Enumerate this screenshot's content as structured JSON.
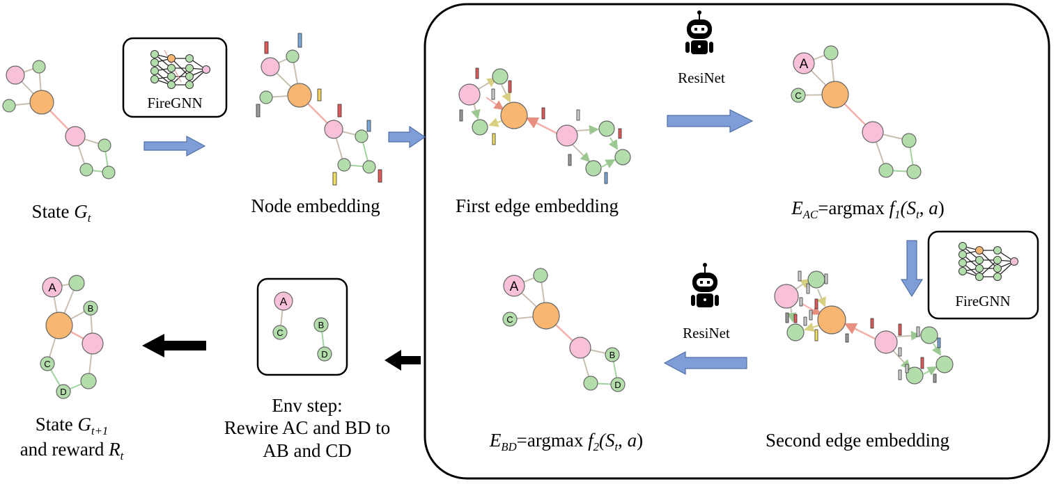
{
  "modules": {
    "firegnn": "FireGNN",
    "resinet": "ResiNet"
  },
  "captions": {
    "state": {
      "prefix": "State ",
      "var": "G",
      "sub": "t"
    },
    "node_embedding": "Node embedding",
    "first_edge_embedding": "First edge embedding",
    "e_ac": {
      "var": "E",
      "sub": "AC",
      "mid": "=argmax ",
      "f": "f",
      "fsub": "1",
      "args_open": "(",
      "svar": "S",
      "ssub": "t",
      "tail": ", ",
      "a": "a",
      "close": ")"
    },
    "second_edge_embedding": "Second edge embedding",
    "e_bd": {
      "var": "E",
      "sub": "BD",
      "mid": "=argmax ",
      "f": "f",
      "fsub": "2",
      "args_open": "(",
      "svar": "S",
      "ssub": "t",
      "tail": ", ",
      "a": "a",
      "close": ")"
    },
    "env_step": {
      "line1": "Env step:",
      "line2": "Rewire AC and BD to",
      "line3": "AB and CD"
    },
    "next_state": {
      "prefix": "State ",
      "var": "G",
      "sub": "t+1",
      "line2_prefix": "and reward ",
      "rvar": "R",
      "rsub": "t"
    }
  },
  "node_labels": {
    "a": "A",
    "b": "B",
    "c": "C",
    "d": "D"
  },
  "colors": {
    "pink": "#f9c0d9",
    "orange": "#f8b670",
    "green": "#b3deab",
    "node_stroke": "#666666",
    "arrow_blue": "#7f9ed8",
    "arrow_blue_stroke": "#4f6fa8",
    "arrow_black": "#000000",
    "edge_gray": "#c8bfb0",
    "edge_green": "#9fd49a",
    "edge_pink": "#f4b0a8"
  }
}
